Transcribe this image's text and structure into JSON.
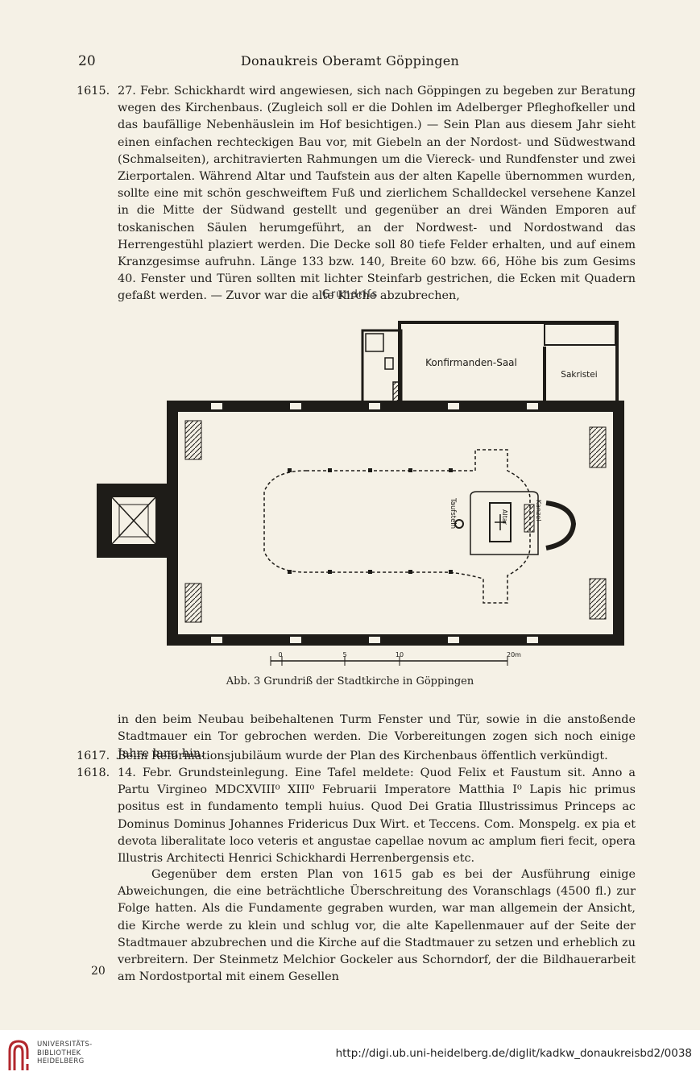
{
  "header": {
    "page_number": "20",
    "title": "Donaukreis Oberamt Göppingen"
  },
  "entries": [
    {
      "year": "1615.",
      "text": "27. Febr. Schickhardt wird angewiesen, sich nach Göppingen zu begeben zur Beratung wegen des Kirchenbaus. (Zugleich soll er die Dohlen im Adelberger Pfleghofkeller und das baufällige Nebenhäuslein im Hof besichtigen.) — Sein Plan aus diesem Jahr sieht einen einfachen rechteckigen Bau vor, mit Giebeln an der Nordost- und Südwestwand (Schmalseiten), architravierten Rahmungen um die Viereck- und Rundfenster und zwei Zierportalen. Während Altar und Taufstein aus der alten Kapelle übernommen wurden, sollte eine mit schön geschweiftem Fuß und zierlichem Schalldeckel versehene Kanzel in die Mitte der Südwand gestellt und gegenüber an drei Wänden Emporen auf toskanischen Säulen herumgeführt, an der Nordwest- und Nordostwand das Herrengestühl plaziert werden. Die Decke soll 80 tiefe Felder erhalten, und auf einem Kranzgesimse aufruhn. Länge 133 bzw. 140, Breite 60 bzw. 66, Höhe bis zum Gesims 40. Fenster und Türen sollten mit lichter Steinfarb gestrichen, die Ecken mit Quadern gefaßt werden. — Zuvor war die alte Kirche abzubrechen,"
    }
  ],
  "figure": {
    "plan_title": "Grundriſs",
    "labels": {
      "hall": "Konfirmanden-Saal",
      "sacristy": "Sakristei",
      "font": "Taufstein",
      "altar": "Altar",
      "pulpit": "Kanzel"
    },
    "scale_ticks": [
      "0",
      "5",
      "10",
      "20m"
    ],
    "caption": "Abb. 3 Grundriß der Stadtkirche in Göppingen"
  },
  "continuation": "in den beim Neubau beibehaltenen Turm Fenster und Tür, sowie in die anstoßende Stadtmauer ein Tor gebrochen werden. Die Vorbereitungen zogen sich noch einige Jahre lang hin.",
  "entries2": [
    {
      "year": "1617.",
      "text": "Beim Reformationsjubiläum wurde der Plan des Kirchenbaus öffentlich verkündigt."
    },
    {
      "year": "1618.",
      "text": "14. Febr. Grundsteinlegung. Eine Tafel meldete: Quod Felix et Faustum sit. Anno a Partu Virgineo MDCXVIII⁰ XIII⁰ Februarii Imperatore Matthia I⁰ Lapis hic primus positus est in fundamento templi huius. Quod Dei Gratia Illustrissimus Princeps ac Dominus Dominus Johannes Fridericus Dux Wirt. et Teccens. Com. Monspelg. ex pia et devota liberalitate loco veteris et angustae capellae novum ac amplum fieri fecit, opera Illustris Architecti Henrici Schickhardi Herrenbergensis etc."
    }
  ],
  "last_paragraph": "Gegenüber dem ersten Plan von 1615 gab es bei der Ausführung einige Abweichungen, die eine beträchtliche Überschreitung des Voranschlags (4500 fl.) zur Folge hatten. Als die Fundamente gegraben wurden, war man allgemein der Ansicht, die Kirche werde zu klein und schlug vor, die alte Kapellenmauer auf der Seite der Stadtmauer abzubrechen und die Kirche auf die Stadtmauer zu setzen und erheblich zu verbreitern. Der Steinmetz Melchior Gockeler aus Schorndorf, der die Bildhauerarbeit am Nordostportal mit einem Gesellen",
  "bottom_page_mark": "20",
  "footer": {
    "library_lines": [
      "UNIVERSITÄTS-",
      "BIBLIOTHEK",
      "HEIDELBERG"
    ],
    "url": "http://digi.ub.uni-heidelberg.de/diglit/kadkw_donaukreisbd2/0038",
    "logo_color": "#b2272d"
  }
}
